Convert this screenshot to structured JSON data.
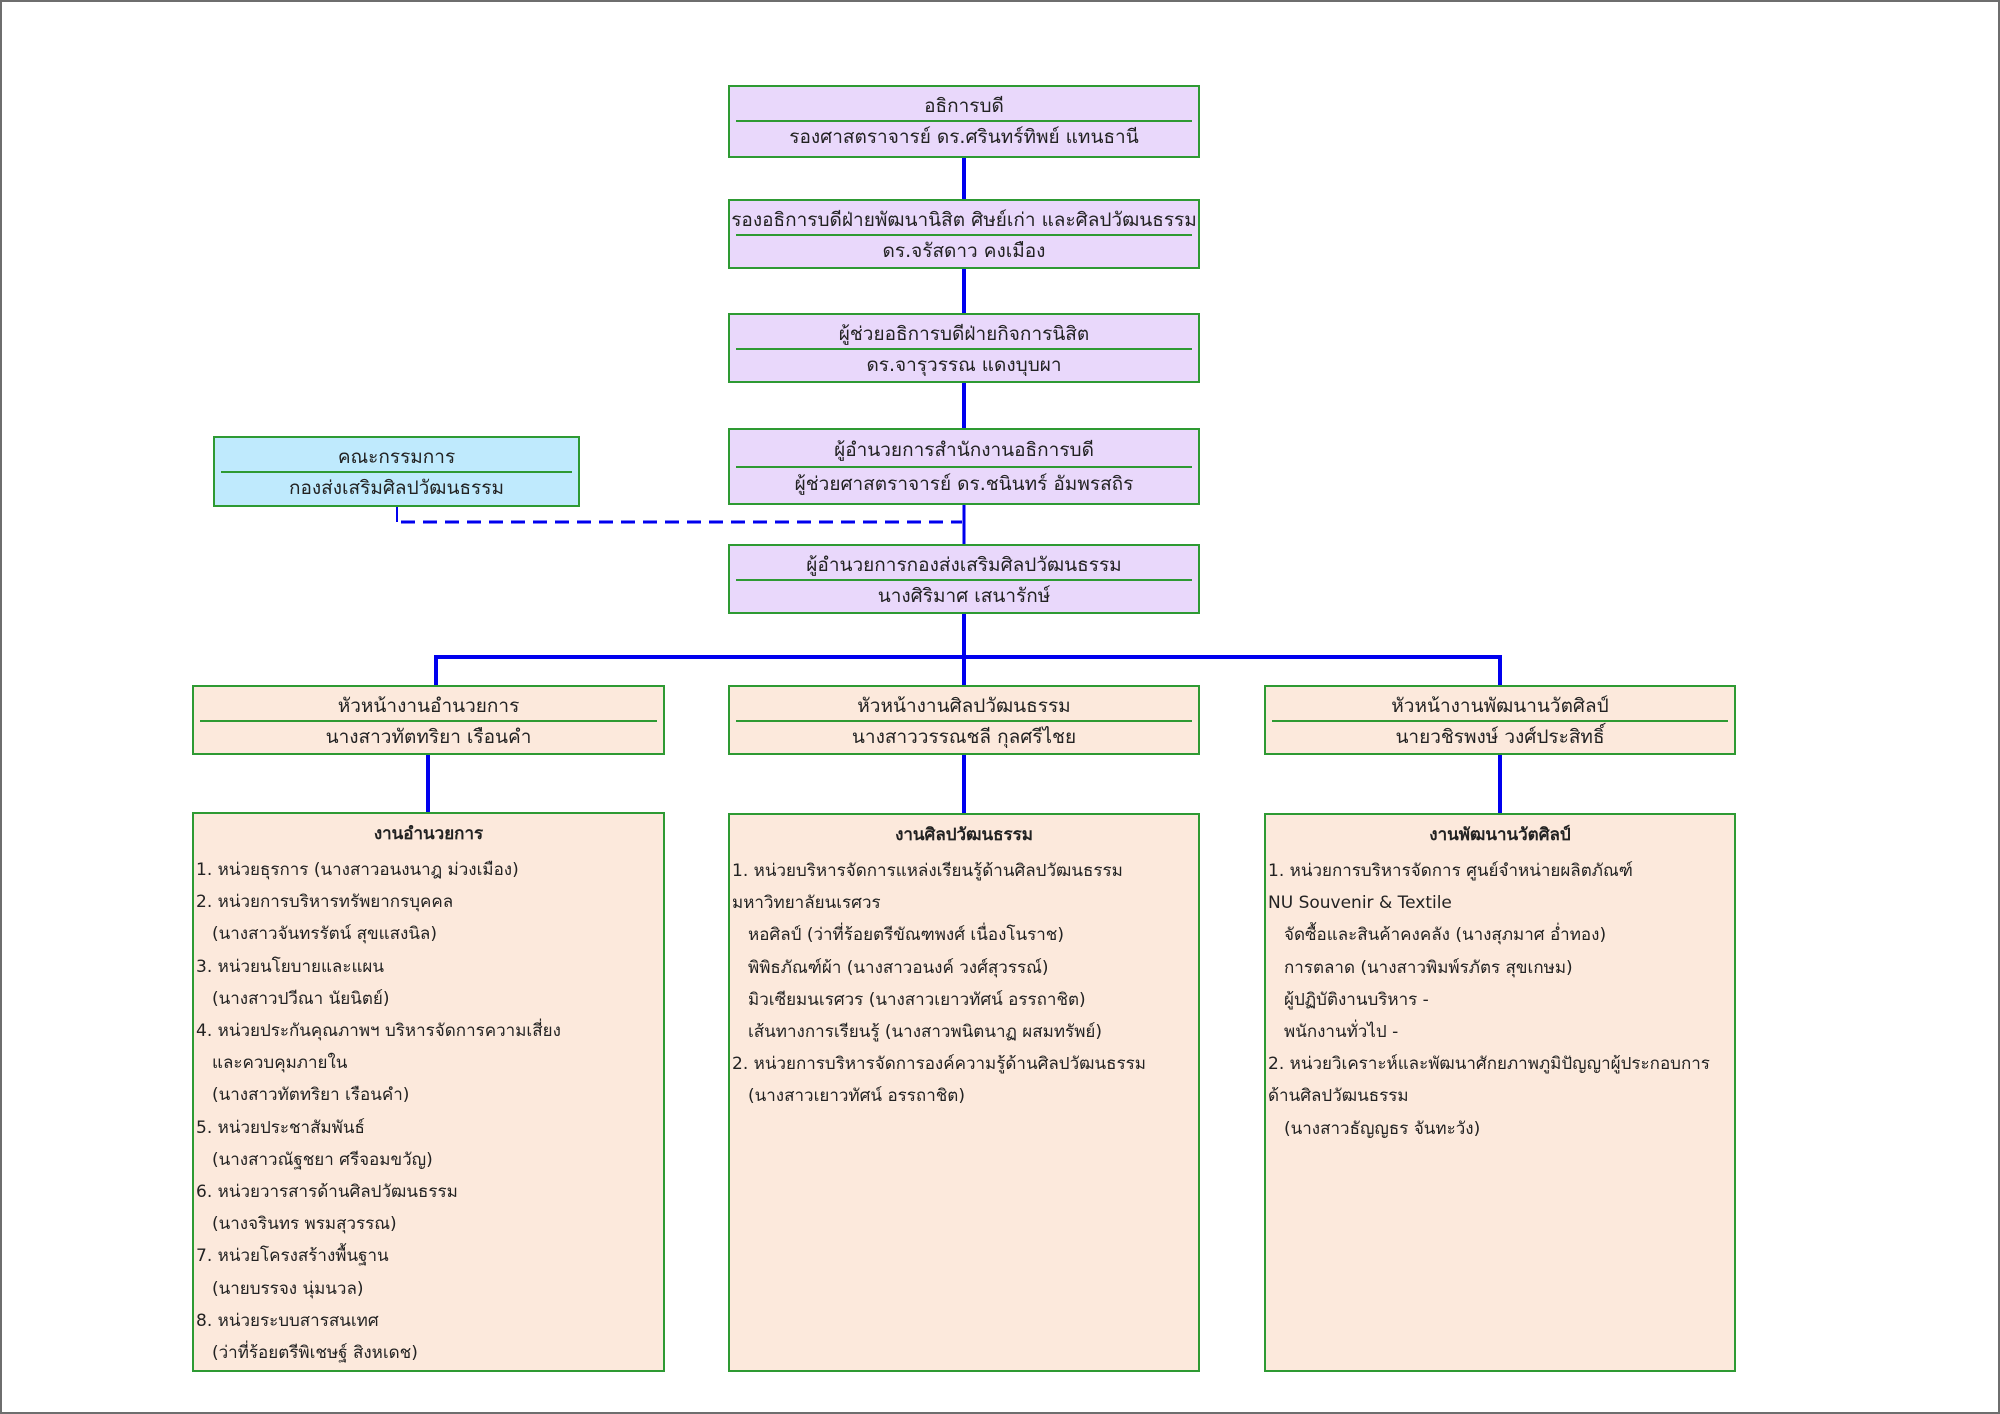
{
  "chart": {
    "colors": {
      "executive_fill": "#e9d8fb",
      "committee_fill": "#bfeafd",
      "unit_fill": "#fce9dc",
      "box_border": "#2e9a33",
      "connector": "#0000ee"
    },
    "nodes": {
      "president": {
        "title": "อธิการบดี",
        "name": "รองศาสตราจารย์ ดร.ศรินทร์ทิพย์ แทนธานี"
      },
      "vp": {
        "title": "รองอธิการบดีฝ่ายพัฒนานิสิต ศิษย์เก่า และศิลปวัฒนธรรม",
        "name": "ดร.จรัสดาว คงเมือง"
      },
      "assistant_president": {
        "title": "ผู้ช่วยอธิการบดีฝ่ายกิจการนิสิต",
        "name": "ดร.จารุวรรณ แดงบุบผา"
      },
      "office_director": {
        "title": "ผู้อำนวยการสำนักงานอธิการบดี",
        "name": "ผู้ช่วยศาสตราจารย์ ดร.ชนินทร์ อัมพรสถิร"
      },
      "committee": {
        "title": "คณะกรรมการ",
        "name": "กองส่งเสริมศิลปวัฒนธรรม"
      },
      "division_director": {
        "title": "ผู้อำนวยการกองส่งเสริมศิลปวัฒนธรรม",
        "name": "นางศิริมาศ เสนารักษ์"
      },
      "head_admin": {
        "title": "หัวหน้างานอำนวยการ",
        "name": "นางสาวทัตทริยา เรือนคำ"
      },
      "head_culture": {
        "title": "หัวหน้างานศิลปวัฒนธรรม",
        "name": "นางสาววรรณชลี กุลศรีไชย"
      },
      "head_innovation": {
        "title": "หัวหน้างานพัฒนานวัตศิลป์",
        "name": "นายวชิรพงษ์ วงศ์ประสิทธิ์"
      }
    },
    "sections": {
      "admin": {
        "title": "งานอำนวยการ",
        "lines": [
          {
            "text": "1. หน่วยธุรการ (นางสาวอนงนาฎ ม่วงเมือง)",
            "indent": false
          },
          {
            "text": "2. หน่วยการบริหารทรัพยากรบุคคล",
            "indent": false
          },
          {
            "text": "(นางสาวจันทรรัตน์  สุขแสงนิล)",
            "indent": true
          },
          {
            "text": "3. หน่วยนโยบายและแผน",
            "indent": false
          },
          {
            "text": "(นางสาวปวีณา นัยนิตย์)",
            "indent": true
          },
          {
            "text": "4. หน่วยประกันคุณภาพฯ บริหารจัดการความเสี่ยง",
            "indent": false
          },
          {
            "text": "และควบคุมภายใน",
            "indent": true
          },
          {
            "text": "(นางสาวทัตทริยา เรือนคำ)",
            "indent": true
          },
          {
            "text": "5. หน่วยประชาสัมพันธ์",
            "indent": false
          },
          {
            "text": "(นางสาวณัฐชยา ศรีจอมขวัญ)",
            "indent": true
          },
          {
            "text": "6. หน่วยวารสารด้านศิลปวัฒนธรรม",
            "indent": false
          },
          {
            "text": "(นางจรินทร พรมสุวรรณ)",
            "indent": true
          },
          {
            "text": "7. หน่วยโครงสร้างพื้นฐาน",
            "indent": false
          },
          {
            "text": "(นายบรรจง นุ่มนวล)",
            "indent": true
          },
          {
            "text": "8. หน่วยระบบสารสนเทศ",
            "indent": false
          },
          {
            "text": "(ว่าที่ร้อยตรีพิเชษฐ์ สิงหเดช)",
            "indent": true
          }
        ]
      },
      "culture": {
        "title": "งานศิลปวัฒนธรรม",
        "lines": [
          {
            "text": "1. หน่วยบริหารจัดการแหล่งเรียนรู้ด้านศิลปวัฒนธรรม",
            "indent": false
          },
          {
            "text": "มหาวิทยาลัยนเรศวร",
            "indent": false
          },
          {
            "text": "หอศิลป์ (ว่าที่ร้อยตรีขัณฑพงศ์ เนื่องโนราช)",
            "indent": true
          },
          {
            "text": "พิพิธภัณฑ์ผ้า (นางสาวอนงค์ วงศ์สุวรรณ์)",
            "indent": true
          },
          {
            "text": "มิวเซียมนเรศวร (นางสาวเยาวทัศน์ อรรถาชิต)",
            "indent": true
          },
          {
            "text": "เส้นทางการเรียนรู้ (นางสาวพนิตนาฏ ผสมทรัพย์)",
            "indent": true
          },
          {
            "text": "2. หน่วยการบริหารจัดการองค์ความรู้ด้านศิลปวัฒนธรรม",
            "indent": false
          },
          {
            "text": "(นางสาวเยาวทัศน์ อรรถาชิต)",
            "indent": true
          }
        ]
      },
      "innovation": {
        "title": "งานพัฒนานวัตศิลป์",
        "lines": [
          {
            "text": "1. หน่วยการบริหารจัดการ ศูนย์จำหน่ายผลิตภัณฑ์",
            "indent": false
          },
          {
            "text": "NU Souvenir & Textile",
            "indent": false
          },
          {
            "text": "จัดซื้อและสินค้าคงคลัง (นางสุภมาศ อ่ำทอง)",
            "indent": true
          },
          {
            "text": "การตลาด (นางสาวพิมพ์รภัตร สุขเกษม)",
            "indent": true
          },
          {
            "text": "ผู้ปฏิบัติงานบริหาร -",
            "indent": true
          },
          {
            "text": "พนักงานทั่วไป -",
            "indent": true
          },
          {
            "text": "2. หน่วยวิเคราะห์และพัฒนาศักยภาพภูมิปัญญาผู้ประกอบการ",
            "indent": false
          },
          {
            "text": "ด้านศิลปวัฒนธรรม",
            "indent": false
          },
          {
            "text": "(นางสาวธัญญธร จันทะวัง)",
            "indent": true
          }
        ]
      }
    }
  }
}
